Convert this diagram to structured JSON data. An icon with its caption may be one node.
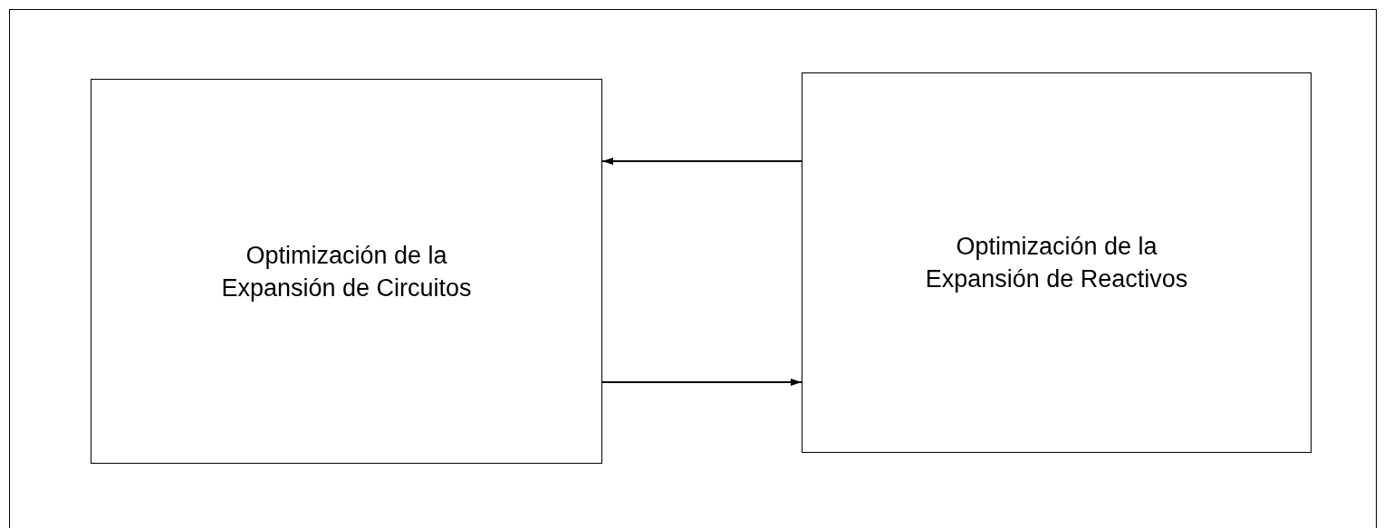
{
  "diagram": {
    "nodes": [
      {
        "text": [
          "Optimización de la Expansión de Circuitos"
        ]
      },
      {
        "text": [
          "Optimización de la Expansión de Reactivos"
        ]
      }
    ],
    "edges": [
      {
        "from": 1,
        "to": 0,
        "arrow": "to"
      },
      {
        "from": 0,
        "to": 1,
        "arrow": "to"
      }
    ]
  }
}
